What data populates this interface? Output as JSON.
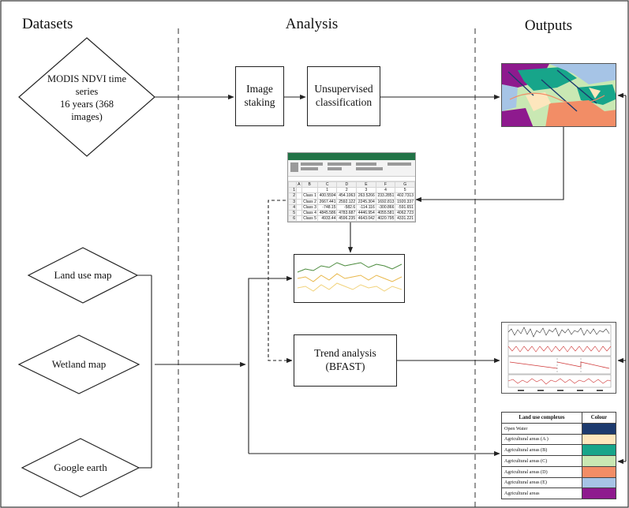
{
  "headers": {
    "datasets": "Datasets",
    "analysis": "Analysis",
    "outputs": "Outputs"
  },
  "inputs": {
    "modis": [
      "MODIS NDVI time",
      "series",
      "16 years (368",
      "images)"
    ],
    "land_use": "Land use map",
    "wetland": "Wetland map",
    "google_earth": "Google earth"
  },
  "process": {
    "image_stacking": [
      "Image",
      "staking"
    ],
    "unsupervised": [
      "Unsupervised",
      "classification"
    ],
    "trend": [
      "Trend analysis",
      "(BFAST)"
    ]
  },
  "spreadsheet": {
    "col_letters": [
      "A",
      "B",
      "C",
      "D",
      "E",
      "F",
      "G"
    ],
    "header_row": [
      "",
      "",
      "1",
      "2",
      "3",
      "4",
      "5"
    ],
    "rows": [
      [
        "Class 1",
        "400.5594",
        "454.1063",
        "263.5266",
        "233.2851",
        "402.7313"
      ],
      [
        "Class 2",
        "2667.441",
        "2592.122",
        "2245.304",
        "1692.813",
        "1920.337"
      ],
      [
        "Class 3",
        "-748.15",
        "-582.6",
        "-114.116",
        "-300.866",
        "-591.651"
      ],
      [
        "Class 4",
        "4845.586",
        "4783.687",
        "4446.954",
        "4055.581",
        "4062.723"
      ],
      [
        "Class 5",
        "4933.44",
        "4596.235",
        "4643.042",
        "4020.795",
        "4331.221"
      ]
    ]
  },
  "legend": {
    "header_name": "Land use complexes",
    "header_colour": "Colour",
    "rows": [
      {
        "name": "Open Water",
        "color": "#1c3a6e"
      },
      {
        "name": "Agricultural areas (A )",
        "color": "#fde6bd"
      },
      {
        "name": "Agricultural areas (B)",
        "color": "#17a58a"
      },
      {
        "name": "Agricultural areas (C)",
        "color": "#c9e8b3"
      },
      {
        "name": "Agricultural areas (D)",
        "color": "#f28d66"
      },
      {
        "name": "Agricultural areas (E)",
        "color": "#a6c4e6"
      },
      {
        "name": "Agricultural areas",
        "color": "#8e1a8e"
      }
    ]
  },
  "colors": {
    "line": "#222222",
    "separator": "#444444"
  }
}
